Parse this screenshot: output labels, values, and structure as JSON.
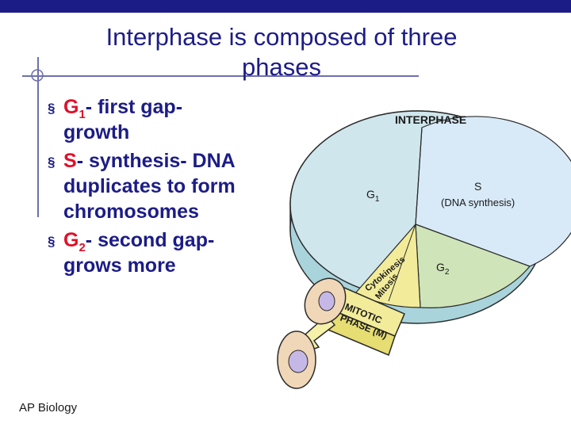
{
  "slide": {
    "title_line1": "Interphase is composed of three",
    "title_line2": "phases",
    "bullets": [
      {
        "key": "G",
        "sub": "1",
        "rest_line1": "- first gap-",
        "more_lines": [
          "growth"
        ]
      },
      {
        "key": "S",
        "sub": "",
        "rest_line1": "- synthesis- DNA",
        "more_lines": [
          "duplicates to form",
          "chromosomes"
        ]
      },
      {
        "key": "G",
        "sub": "2",
        "rest_line1": "- second gap-",
        "more_lines": [
          "grows more"
        ]
      }
    ],
    "footer": "AP Biology"
  },
  "diagram": {
    "interphase": "INTERPHASE",
    "g1_main": "G",
    "g1_sub": "1",
    "s_main": "S",
    "s_detail": "(DNA synthesis)",
    "g2_main": "G",
    "g2_sub": "2",
    "mitotic_line1": "MITOTIC",
    "mitotic_line2": "PHASE (M)",
    "mitosis": "Mitosis",
    "cytokinesis": "Cytokinesis",
    "colors": {
      "g1": "#cfe6ec",
      "s": "#d8eaf8",
      "g2": "#cfe5b9",
      "rim": "#a9d4dc",
      "mitotic": "#f2ec9a",
      "cell_fill": "#f0d7b8",
      "nucleus": "#c6b8e6"
    }
  }
}
